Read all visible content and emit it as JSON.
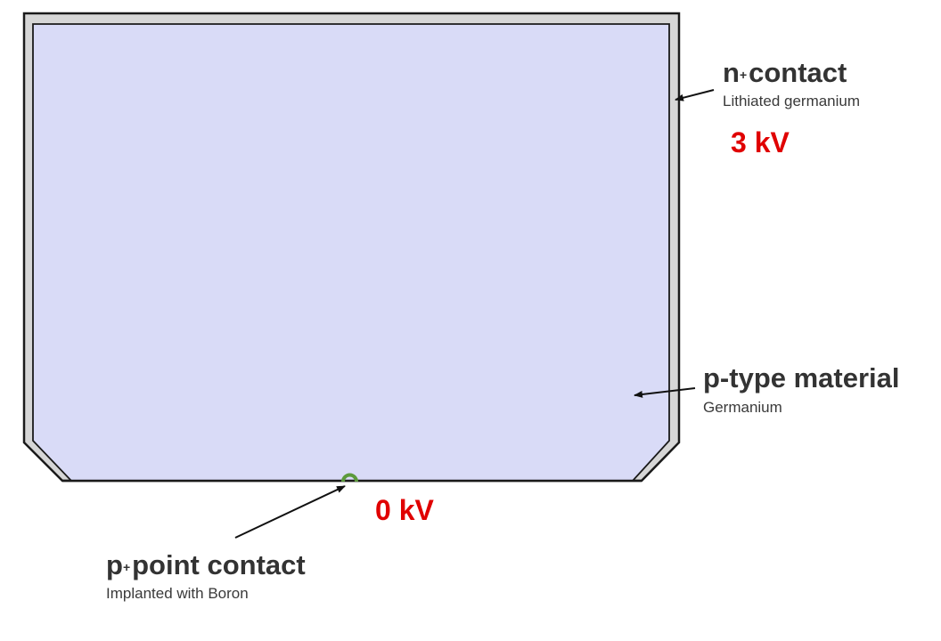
{
  "n_contact": {
    "base": "n",
    "superscript": "+",
    "rest": "contact",
    "subtitle": "Lithiated germanium",
    "voltage": "3 kV"
  },
  "p_type": {
    "title": "p-type material",
    "subtitle": "Germanium"
  },
  "p_contact": {
    "base": "p",
    "superscript": "+",
    "rest": "point contact",
    "subtitle": "Implanted with Boron",
    "voltage": "0 kV"
  },
  "colors": {
    "outer_shell": "#d6d6d6",
    "inner_body": "#d9dbf7",
    "outline": "#1a1a1a",
    "point_contact": "#5c9a3c",
    "voltage_text": "#e00000",
    "label_text": "#333333"
  }
}
